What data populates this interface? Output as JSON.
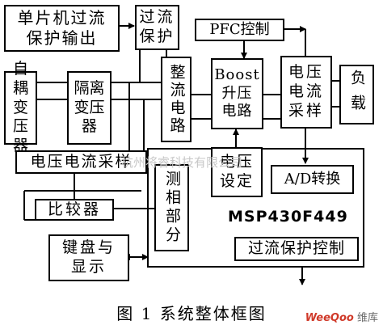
{
  "blocks": {
    "mcu_overcurrent_output": "单片机过流\n保护输出",
    "overcurrent_protection": "过流\n保护",
    "pfc_control": "PFC控制",
    "auto_transformer": "自耦\n变压\n器",
    "isolation_transformer": "隔离\n变压\n器",
    "rectifier": "整流电路",
    "boost": "Boost\n升压\n电路",
    "vi_sampling_right": "电压\n电流\n采样",
    "load": "负载",
    "vi_sampling_left": "电压电流采样",
    "voltage_setting": "电压\n设定",
    "ad_convert": "A/D转换",
    "comparator": "比较器",
    "phase_detect": "测相部分",
    "mcu": "MSP430F449",
    "keyboard_display": "键盘与\n显示",
    "overcurrent_control": "过流保护控制"
  },
  "caption": "图 1  系统整体框图",
  "watermark": "杭州将睿科技有限公司",
  "logo": {
    "part1": "WeeQoo",
    "part2": "维库"
  }
}
